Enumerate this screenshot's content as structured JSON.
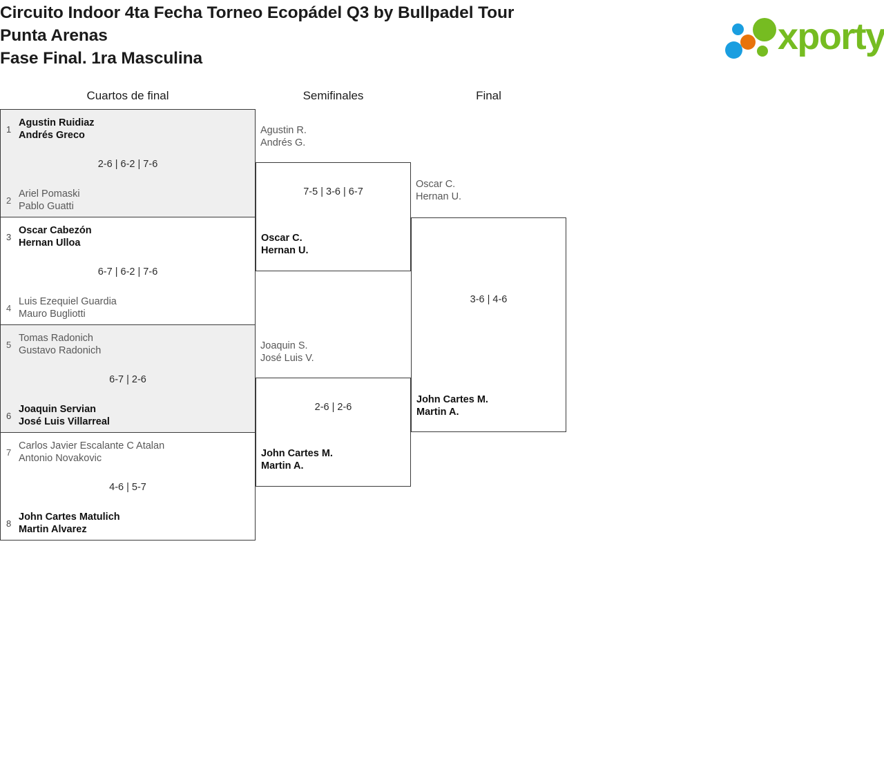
{
  "header": {
    "title_lines": [
      "Circuito Indoor 4ta Fecha Torneo Ecopádel Q3 by Bullpadel Tour",
      "Punta Arenas",
      "Fase Final. 1ra Masculina"
    ],
    "logo_text": "xporty",
    "logo_colors": {
      "green": "#76bc21",
      "blue": "#1a9ee0",
      "orange": "#e8730a"
    }
  },
  "bracket": {
    "rounds": [
      {
        "label": "Cuartos de final"
      },
      {
        "label": "Semifinales"
      },
      {
        "label": "Final"
      }
    ],
    "quarterfinals": [
      {
        "score": "2-6 | 6-2 | 7-6",
        "top": {
          "seed": "1",
          "player1": "Agustin Ruidiaz",
          "player2": "Andrés Greco",
          "winner": true
        },
        "bottom": {
          "seed": "2",
          "player1": "Ariel Pomaski",
          "player2": "Pablo Guatti",
          "winner": false
        }
      },
      {
        "score": "6-7 | 6-2 | 7-6",
        "top": {
          "seed": "3",
          "player1": "Oscar Cabezón",
          "player2": "Hernan Ulloa",
          "winner": true
        },
        "bottom": {
          "seed": "4",
          "player1": "Luis Ezequiel Guardia",
          "player2": "Mauro Bugliotti",
          "winner": false
        }
      },
      {
        "score": "6-7 | 2-6",
        "top": {
          "seed": "5",
          "player1": "Tomas Radonich",
          "player2": "Gustavo Radonich",
          "winner": false
        },
        "bottom": {
          "seed": "6",
          "player1": "Joaquin Servian",
          "player2": "José Luis Villarreal",
          "winner": true
        }
      },
      {
        "score": "4-6 | 5-7",
        "top": {
          "seed": "7",
          "player1": "Carlos Javier Escalante C Atalan",
          "player2": "Antonio Novakovic",
          "winner": false
        },
        "bottom": {
          "seed": "8",
          "player1": "John Cartes Matulich",
          "player2": "Martin Alvarez",
          "winner": true
        }
      }
    ],
    "semifinals": [
      {
        "score": "7-5 | 3-6 | 6-7",
        "top": {
          "player1": "Agustin R.",
          "player2": "Andrés G.",
          "winner": false
        },
        "bottom": {
          "player1": "Oscar C.",
          "player2": "Hernan U.",
          "winner": true
        }
      },
      {
        "score": "2-6 | 2-6",
        "top": {
          "player1": "Joaquin S.",
          "player2": "José Luis V.",
          "winner": false
        },
        "bottom": {
          "player1": "John Cartes M.",
          "player2": "Martin A.",
          "winner": true
        }
      }
    ],
    "final": {
      "score": "3-6 | 4-6",
      "top": {
        "player1": "Oscar C.",
        "player2": "Hernan U.",
        "winner": false
      },
      "bottom": {
        "player1": "John Cartes M.",
        "player2": "Martin A.",
        "winner": true
      }
    }
  }
}
